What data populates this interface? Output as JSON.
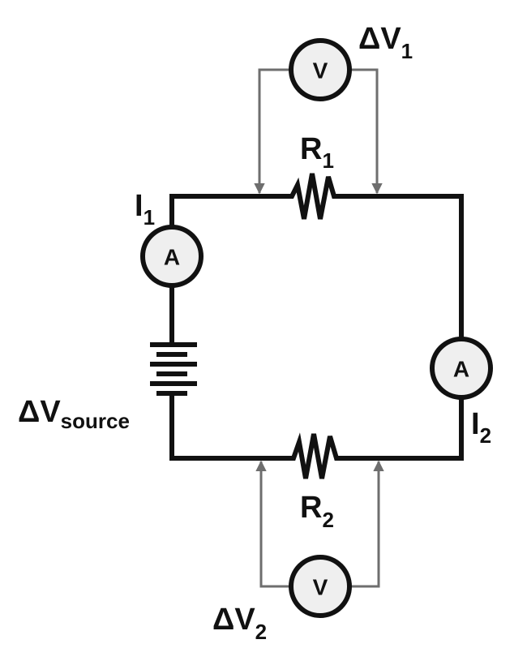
{
  "components": {
    "voltmeter_symbol": "V",
    "ammeter_symbol": "A",
    "source_label": {
      "main": "ΔV",
      "sub": "source"
    },
    "dv1_label": {
      "main": "ΔV",
      "sub": "1"
    },
    "dv2_label": {
      "main": "ΔV",
      "sub": "2"
    },
    "r1_label": {
      "main": "R",
      "sub": "1"
    },
    "r2_label": {
      "main": "R",
      "sub": "2"
    },
    "i1_label": {
      "main": "I",
      "sub": "1"
    },
    "i2_label": {
      "main": "I",
      "sub": "2"
    }
  },
  "colors": {
    "wire": "#111111",
    "probe_lead": "#6e6e6e",
    "meter_fill": "#efefef"
  }
}
